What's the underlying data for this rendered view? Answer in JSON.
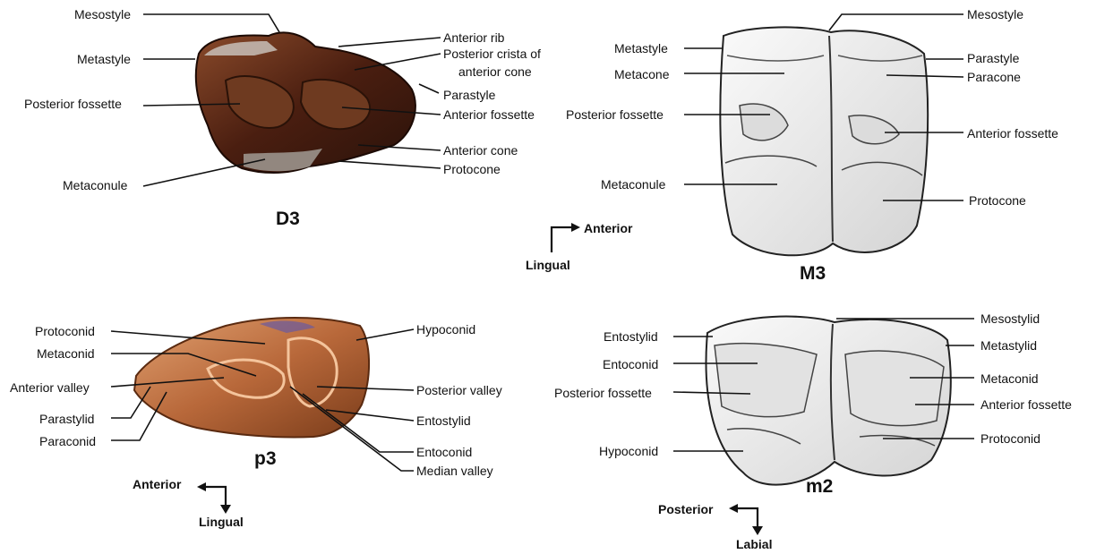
{
  "panels": {
    "d3": {
      "caption": "D3",
      "labels": {
        "mesostyle": "Mesostyle",
        "metastyle": "Metastyle",
        "posterior_fossette": "Posterior fossette",
        "metaconule": "Metaconule",
        "anterior_rib": "Anterior rib",
        "posterior_crista_line1": "Posterior crista of",
        "posterior_crista_line2": "anterior cone",
        "parastyle": "Parastyle",
        "anterior_fossette": "Anterior fossette",
        "anterior_cone": "Anterior cone",
        "protocone": "Protocone"
      }
    },
    "m3": {
      "caption": "M3",
      "labels": {
        "metastyle": "Metastyle",
        "metacone": "Metacone",
        "posterior_fossette": "Posterior fossette",
        "metaconule": "Metaconule",
        "mesostyle": "Mesostyle",
        "parastyle": "Parastyle",
        "paracone": "Paracone",
        "anterior_fossette": "Anterior fossette",
        "protocone": "Protocone"
      }
    },
    "p3": {
      "caption": "p3",
      "labels": {
        "protoconid": "Protoconid",
        "metaconid": "Metaconid",
        "anterior_valley": "Anterior valley",
        "parastylid": "Parastylid",
        "paraconid": "Paraconid",
        "hypoconid": "Hypoconid",
        "posterior_valley": "Posterior valley",
        "entostylid": "Entostylid",
        "entoconid": "Entoconid",
        "median_valley": "Median valley"
      }
    },
    "m2": {
      "caption": "m2",
      "labels": {
        "entostylid": "Entostylid",
        "entoconid": "Entoconid",
        "posterior_fossette": "Posterior fossette",
        "hypoconid": "Hypoconid",
        "mesostylid": "Mesostylid",
        "metastylid": "Metastylid",
        "metaconid": "Metaconid",
        "anterior_fossette": "Anterior fossette",
        "protoconid": "Protoconid"
      }
    }
  },
  "orientation": {
    "upper": {
      "horizontal": "Anterior",
      "vertical": "Lingual"
    },
    "p3": {
      "horizontal": "Anterior",
      "vertical": "Lingual"
    },
    "m2": {
      "horizontal": "Posterior",
      "vertical": "Labial"
    }
  },
  "colors": {
    "d3_tooth": "#5a2a18",
    "p3_tooth": "#c07a4a",
    "drawing_fill": "#f2f2f2",
    "line": "#111111"
  }
}
